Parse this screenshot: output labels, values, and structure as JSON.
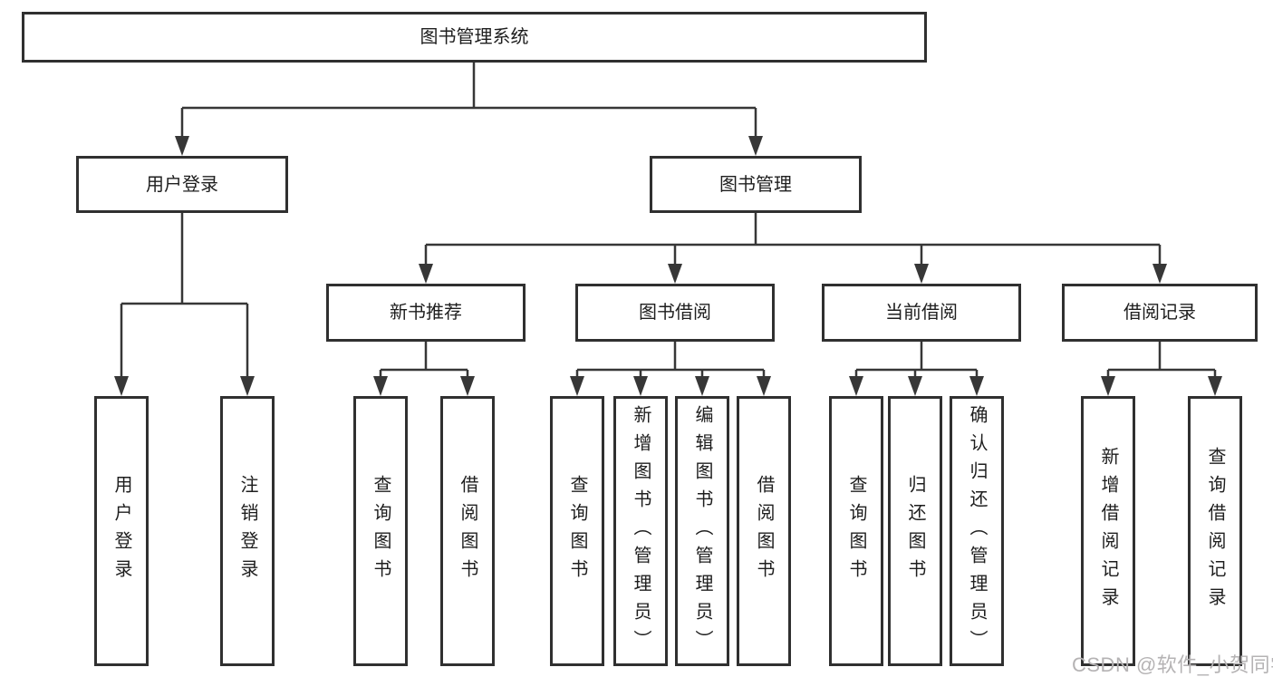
{
  "tree": {
    "root": {
      "label": "图书管理系统"
    },
    "branches": [
      {
        "label": "用户登录",
        "children": [
          "用户登录",
          "注销登录"
        ]
      },
      {
        "label": "图书管理",
        "sections": [
          {
            "label": "新书推荐",
            "children": [
              "查询图书",
              "借阅图书"
            ]
          },
          {
            "label": "图书借阅",
            "children": [
              "查询图书",
              "新增图书（管理员）",
              "编辑图书（管理员）",
              "借阅图书"
            ]
          },
          {
            "label": "当前借阅",
            "children": [
              "查询图书",
              "归还图书",
              "确认归还（管理员）"
            ]
          },
          {
            "label": "借阅记录",
            "children": [
              "新增借阅记录",
              "查询借阅记录"
            ]
          }
        ]
      }
    ]
  },
  "watermark": "CSDN @软件_小贺同学",
  "colors": {
    "line": "#373737",
    "box_border": "#303030",
    "text": "#1e1e1e",
    "watermark": "#b5b3b4",
    "background": "#ffffff"
  }
}
